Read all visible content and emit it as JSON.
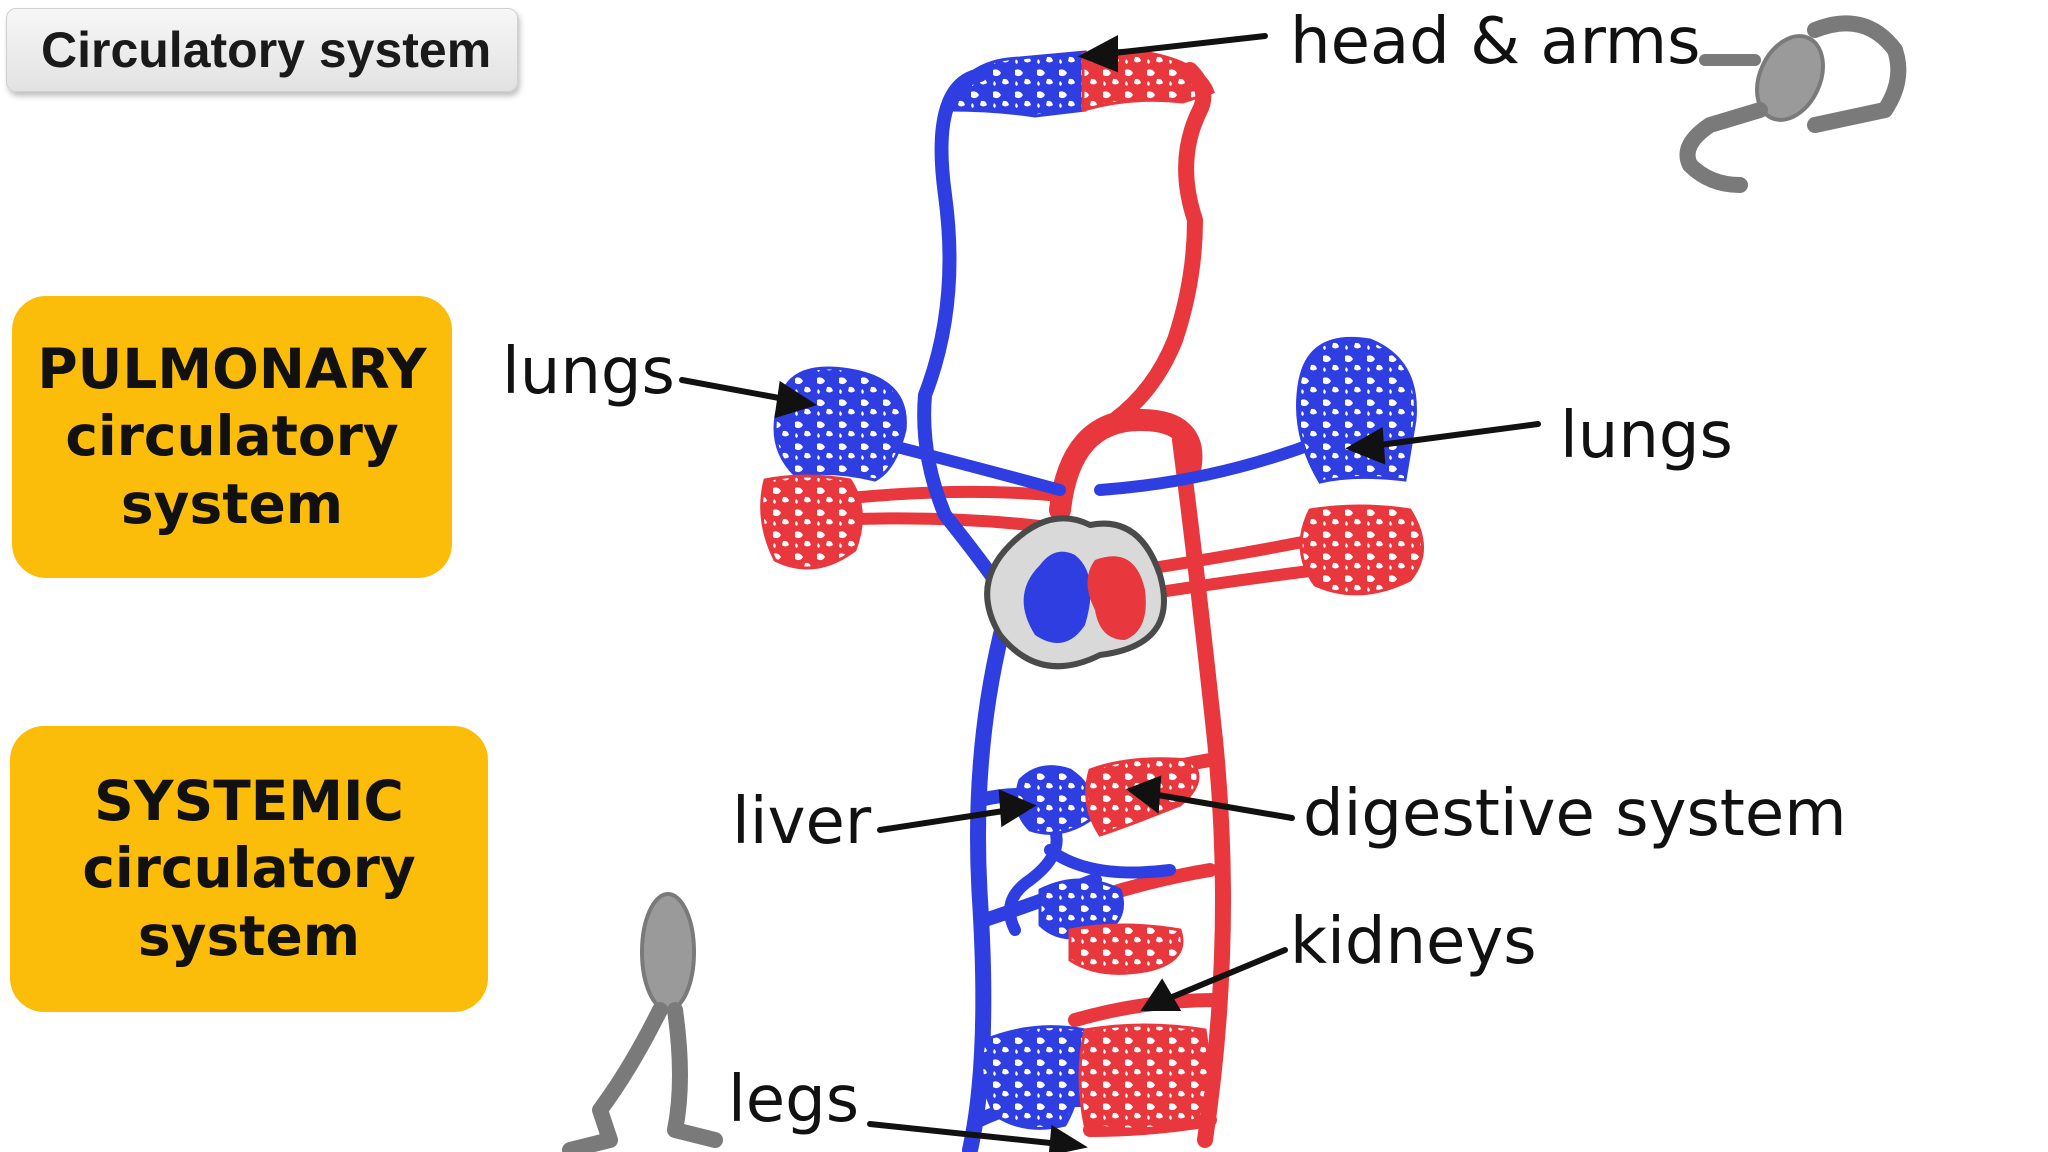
{
  "title": "Circulatory system",
  "boxes": {
    "pulmonary": [
      "PULMONARY",
      "circulatory",
      "system"
    ],
    "systemic": [
      "SYSTEMIC",
      "circulatory",
      "system"
    ]
  },
  "labels": {
    "head_arms": "head & arms",
    "lungs_left": "lungs",
    "lungs_right": "lungs",
    "liver": "liver",
    "digestive": "digestive system",
    "kidneys": "kidneys",
    "legs": "legs"
  },
  "colors": {
    "oxygenated": "#e8373d",
    "deoxygenated": "#2f3ee0",
    "accent_box": "#fbbd0a",
    "figure_gray": "#9a9a9a"
  }
}
